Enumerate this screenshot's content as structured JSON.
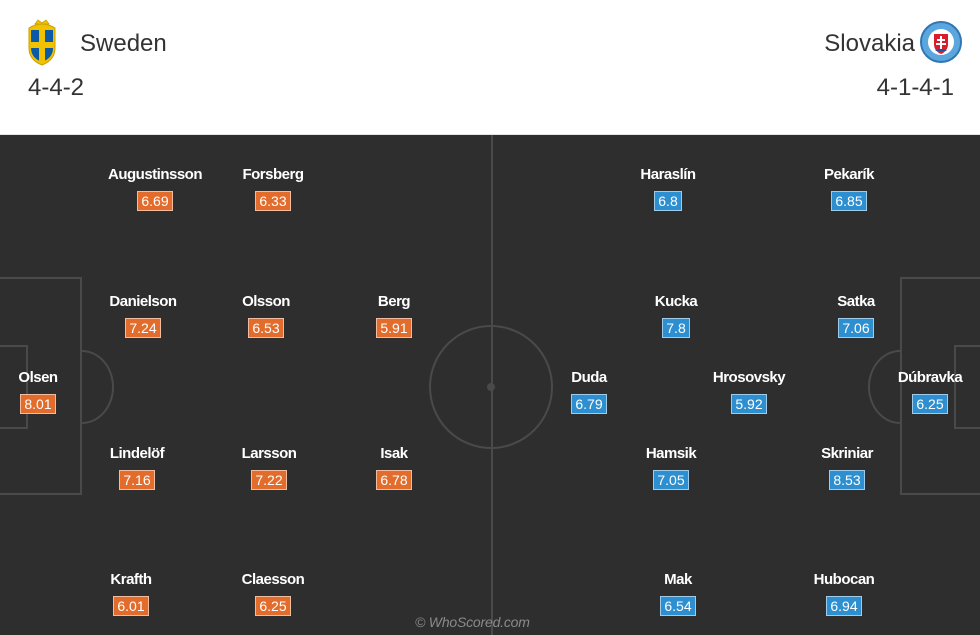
{
  "colors": {
    "home_rating": "#e16c2b",
    "away_rating": "#2d8fd0",
    "pitch": "#2e2e2e"
  },
  "home": {
    "name": "Sweden",
    "formation": "4-4-2",
    "crest_icon": "sweden-crest-icon",
    "players": [
      {
        "name": "Augustinsson",
        "rating": "6.69"
      },
      {
        "name": "Forsberg",
        "rating": "6.33"
      },
      {
        "name": "Danielson",
        "rating": "7.24"
      },
      {
        "name": "Olsson",
        "rating": "6.53"
      },
      {
        "name": "Berg",
        "rating": "5.91"
      },
      {
        "name": "Olsen",
        "rating": "8.01"
      },
      {
        "name": "Lindelöf",
        "rating": "7.16"
      },
      {
        "name": "Larsson",
        "rating": "7.22"
      },
      {
        "name": "Isak",
        "rating": "6.78"
      },
      {
        "name": "Krafth",
        "rating": "6.01"
      },
      {
        "name": "Claesson",
        "rating": "6.25"
      }
    ]
  },
  "away": {
    "name": "Slovakia",
    "formation": "4-1-4-1",
    "crest_icon": "slovakia-crest-icon",
    "players": [
      {
        "name": "Haraslín",
        "rating": "6.8"
      },
      {
        "name": "Pekarík",
        "rating": "6.85"
      },
      {
        "name": "Kucka",
        "rating": "7.8"
      },
      {
        "name": "Satka",
        "rating": "7.06"
      },
      {
        "name": "Duda",
        "rating": "6.79"
      },
      {
        "name": "Hrosovsky",
        "rating": "5.92"
      },
      {
        "name": "Dúbravka",
        "rating": "6.25"
      },
      {
        "name": "Hamsik",
        "rating": "7.05"
      },
      {
        "name": "Skriniar",
        "rating": "8.53"
      },
      {
        "name": "Mak",
        "rating": "6.54"
      },
      {
        "name": "Hubocan",
        "rating": "6.94"
      }
    ]
  },
  "watermark": "© WhoScored.com"
}
